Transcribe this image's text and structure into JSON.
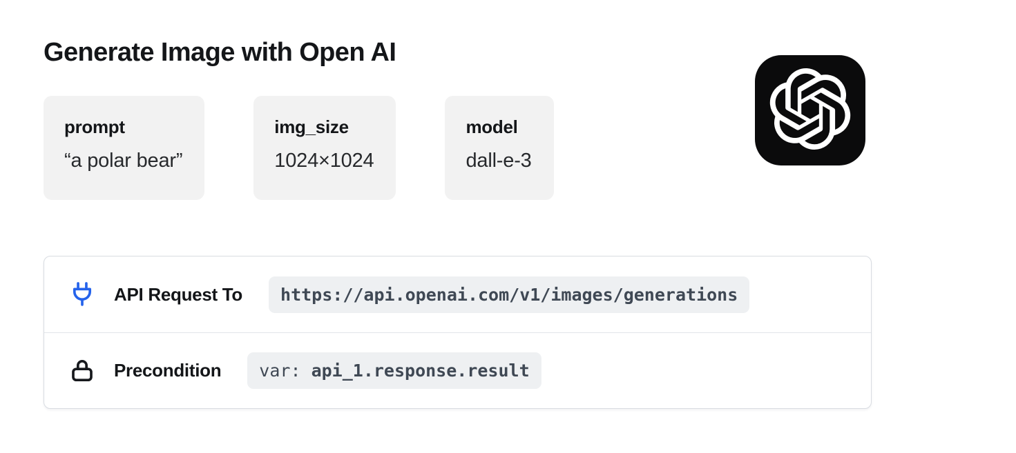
{
  "title": "Generate Image with Open AI",
  "params": [
    {
      "name": "prompt",
      "value": "“a polar bear”"
    },
    {
      "name": "img_size",
      "value": "1024×1024"
    },
    {
      "name": "model",
      "value": "dall-e-3"
    }
  ],
  "logo": {
    "name": "OpenAI"
  },
  "request": {
    "label": "API Request To",
    "url": "https://api.openai.com/v1/images/generations"
  },
  "precondition": {
    "label": "Precondition",
    "prefix": "var: ",
    "variable": "api_1.response.result"
  },
  "colors": {
    "accent_blue": "#2563eb",
    "icon_dark": "#17191d",
    "card_bg": "#f2f2f2",
    "chip_bg": "#eef0f2",
    "code_text": "#3f4854",
    "box_border": "#d8dce1",
    "logo_bg": "#0b0b0c"
  }
}
